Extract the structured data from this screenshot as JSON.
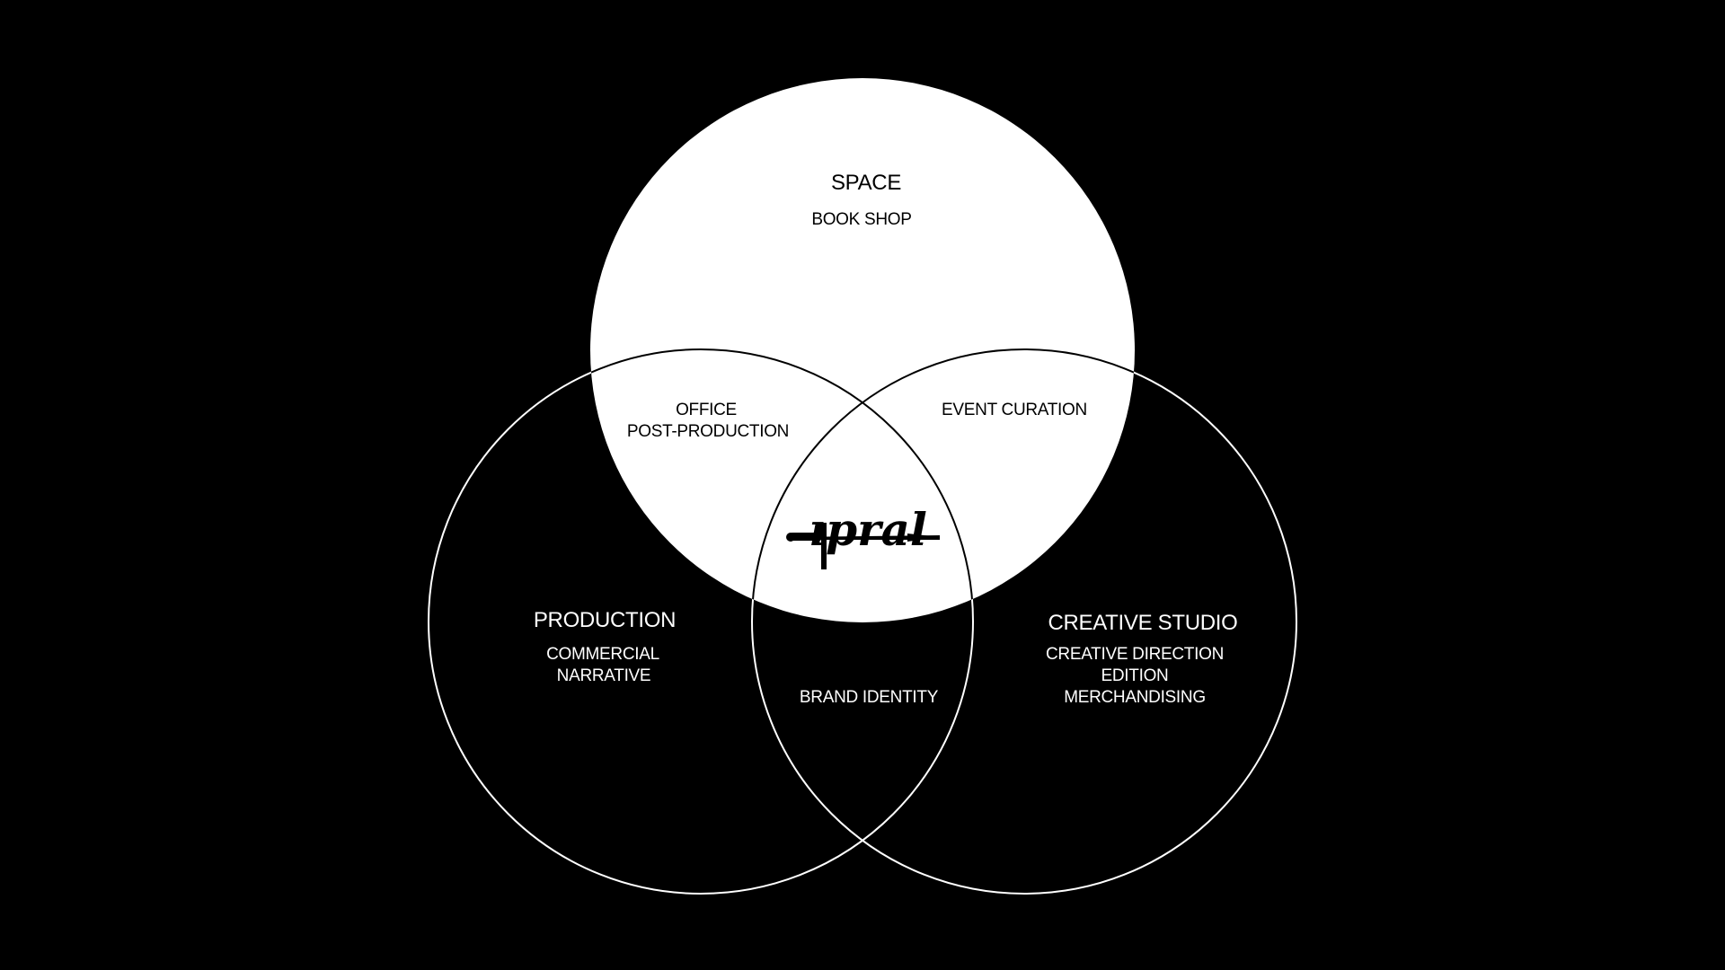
{
  "diagram": {
    "colors": {
      "background": "#000000",
      "fill": "#ffffff",
      "stroke": "#ffffff",
      "text_on_light": "#000000",
      "text_on_dark": "#ffffff"
    },
    "circles": {
      "space": {
        "title": "SPACE",
        "items": [
          "BOOK SHOP"
        ]
      },
      "production": {
        "title": "PRODUCTION",
        "items": [
          "COMMERCIAL",
          "NARRATIVE"
        ]
      },
      "creative_studio": {
        "title": "CREATIVE STUDIO",
        "items": [
          "CREATIVE DIRECTION",
          "EDITION",
          "MERCHANDISING"
        ]
      }
    },
    "overlaps": {
      "space_production": [
        "OFFICE",
        "POST-PRODUCTION"
      ],
      "space_creative": [
        "EVENT CURATION"
      ],
      "production_creative": [
        "BRAND IDENTITY"
      ]
    },
    "center_logo": {
      "text": "ıpral",
      "icon": "sword-logo-icon"
    }
  }
}
